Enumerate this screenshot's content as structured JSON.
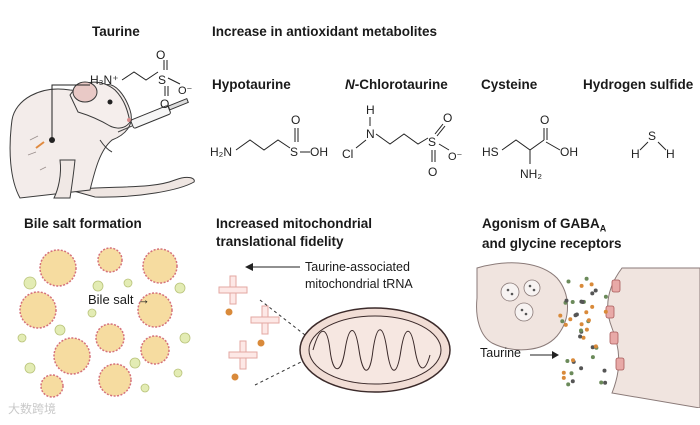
{
  "headers": {
    "taurine": "Taurine",
    "antioxidant": "Increase in antioxidant metabolites",
    "bile_salt_formation": "Bile salt formation",
    "mito_line1": "Increased mitochondrial",
    "mito_line2": "translational fidelity",
    "gaba_line1_main": "Agonism of GABA",
    "gaba_line1_sub": "A",
    "gaba_line2": "and glycine receptors"
  },
  "metabolites": [
    {
      "name": "Hypotaurine",
      "prefix": "",
      "italic_prefix": ""
    },
    {
      "name": "-Chlorotaurine",
      "italic_prefix": "N"
    },
    {
      "name": "Cysteine",
      "italic_prefix": ""
    },
    {
      "name": "Hydrogen sulfide",
      "italic_prefix": ""
    }
  ],
  "atoms": {
    "h3n": "H₃N⁺",
    "s": "S",
    "o": "O",
    "o_minus": "O⁻",
    "h2n": "H₂N",
    "oh": "OH",
    "h": "H",
    "n": "N",
    "cl": "Cl",
    "hs": "HS",
    "nh2": "NH₂"
  },
  "labels": {
    "bile_salt": "Bile salt →",
    "trna_line1": "Taurine-associated",
    "trna_line2": "mitochondrial tRNA",
    "taurine_arrow": "Taurine"
  },
  "watermark": "大数跨境",
  "colors": {
    "bile_fill": "#f6dca0",
    "bile_stroke": "#d5717a",
    "small_vesicle": "#e3ecb4",
    "mito_fill": "#f1ddd5",
    "mito_stroke": "#3b2a2a",
    "trna": "#f2c9c4",
    "receptor": "#d98b8b",
    "neuron": "#f0e4df"
  }
}
